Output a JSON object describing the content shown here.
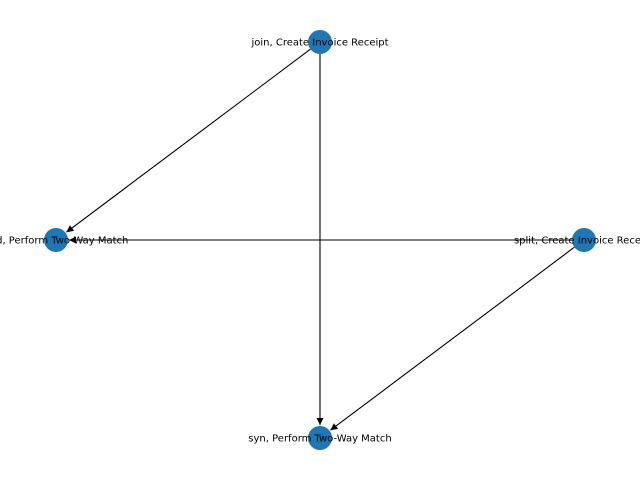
{
  "graph": {
    "node_color": "#1f77b4",
    "edge_color": "#000000",
    "nodes": [
      {
        "id": "n1",
        "label": "join, Create Invoice Receipt"
      },
      {
        "id": "n2",
        "label": "and, Perform Two-Way Match"
      },
      {
        "id": "n3",
        "label": "split, Create Invoice Receipt"
      },
      {
        "id": "n4",
        "label": "syn, Perform Two-Way Match"
      }
    ],
    "edges": [
      {
        "from": "n1",
        "to": "n2"
      },
      {
        "from": "n1",
        "to": "n4"
      },
      {
        "from": "n3",
        "to": "n2"
      },
      {
        "from": "n3",
        "to": "n4"
      }
    ]
  }
}
